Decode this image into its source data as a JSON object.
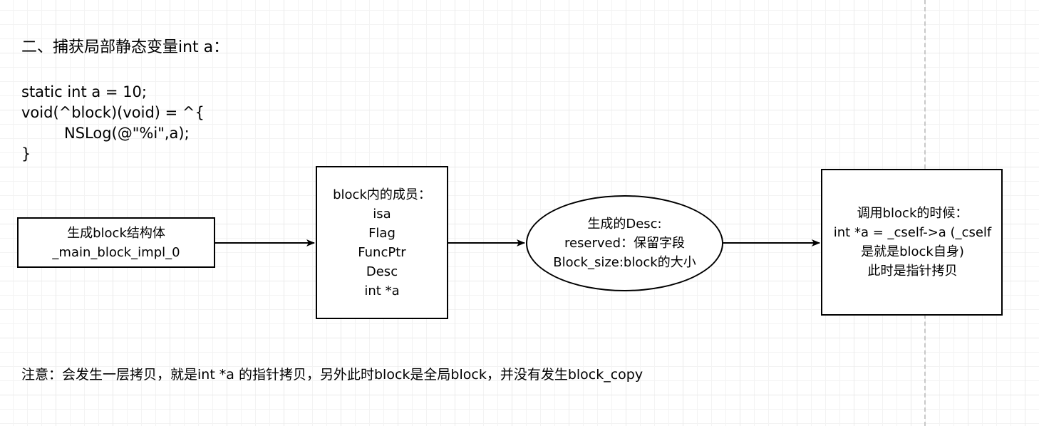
{
  "title": "二、捕获局部静态变量int a：",
  "code": {
    "line1": "static int a = 10;",
    "line2": "void(^block)(void) = ^{",
    "line3": "NSLog(@\"%i\",a);",
    "line4": "}"
  },
  "nodes": {
    "struct": {
      "line1": "生成block结构体",
      "line2": "_main_block_impl_0"
    },
    "members": {
      "heading": "block内的成员：",
      "items": [
        "isa",
        "Flag",
        "FuncPtr",
        "Desc",
        "int *a"
      ]
    },
    "desc": {
      "line1": "生成的Desc:",
      "line2": "reserved：保留字段",
      "line3": "Block_size:block的大小"
    },
    "call": {
      "line1": "调用block的时候：",
      "line2": "int *a = _cself->a (_cself",
      "line3": "是就是block自身)",
      "line4": "此时是指针拷贝"
    }
  },
  "note": "注意：会发生一层拷贝，就是int *a 的指针拷贝，另外此时block是全局block，并没有发生block_copy",
  "colors": {
    "stroke": "#000000",
    "fill": "#ffffff",
    "grid": "#eaeaea"
  }
}
